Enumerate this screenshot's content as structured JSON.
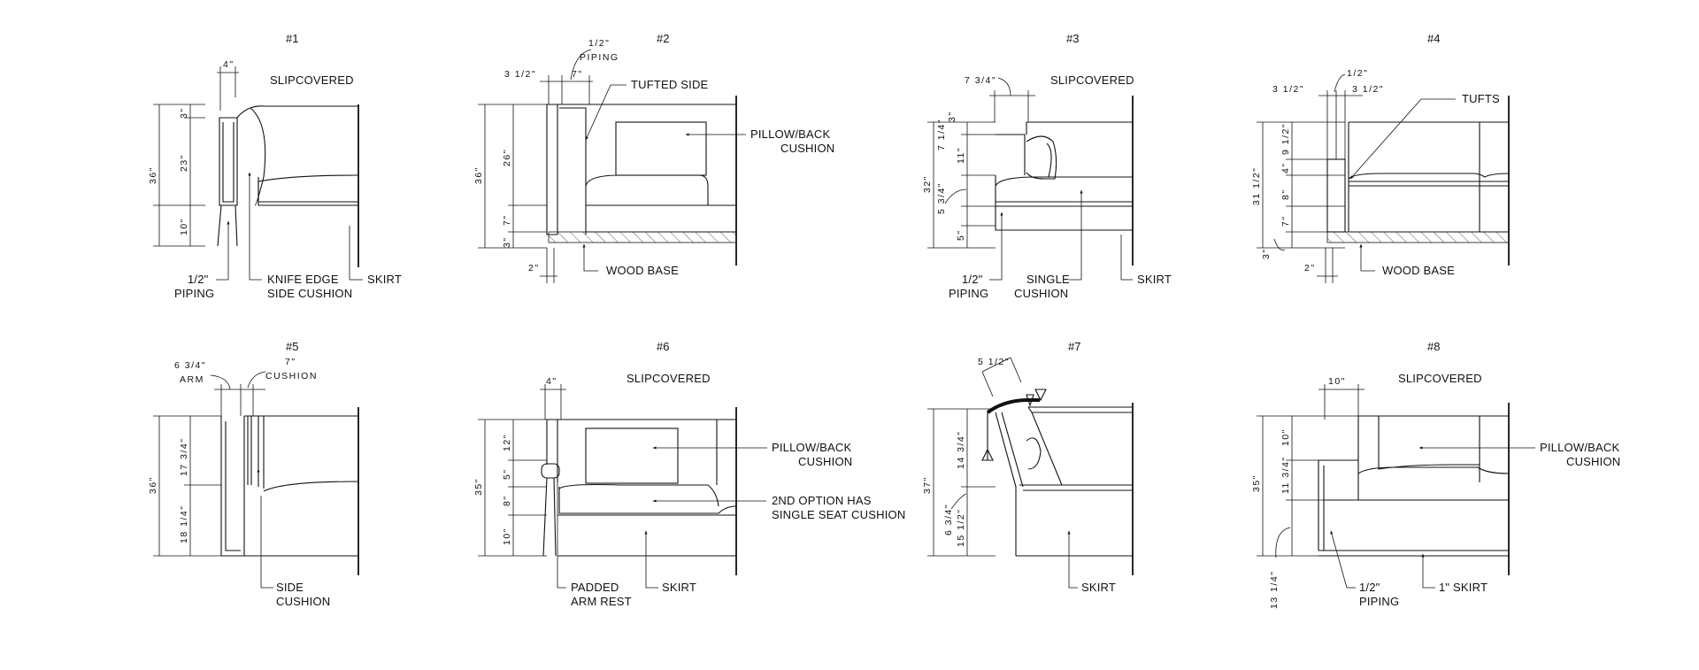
{
  "sheet": {
    "details": [
      {
        "number": "#1",
        "callouts": [
          "SLIPCOVERED",
          "1/2\"",
          "PIPING",
          "KNIFE EDGE",
          "SIDE CUSHION",
          "SKIRT"
        ],
        "dims_horizontal": [
          "4\""
        ],
        "dims_vertical": [
          "36\"",
          "3\"",
          "23\"",
          "10\""
        ]
      },
      {
        "number": "#2",
        "callouts": [
          "TUFTED SIDE",
          "PILLOW/BACK",
          "CUSHION",
          "WOOD BASE"
        ],
        "dims_horizontal": [
          "1/2\"",
          "PIPING",
          "3 1/2\"",
          "7\"",
          "2\""
        ],
        "dims_vertical": [
          "36\"",
          "26\"",
          "7\"",
          "3\""
        ]
      },
      {
        "number": "#3",
        "callouts": [
          "SLIPCOVERED",
          "1/2\"",
          "PIPING",
          "SINGLE",
          "CUSHION",
          "SKIRT"
        ],
        "dims_horizontal": [
          "7 3/4\""
        ],
        "dims_vertical": [
          "32\"",
          "3\"",
          "7 1/4\"",
          "11\"",
          "5 3/4\"",
          "5\""
        ]
      },
      {
        "number": "#4",
        "callouts": [
          "TUFTS",
          "WOOD BASE"
        ],
        "dims_horizontal": [
          "1/2\"",
          "3 1/2\"",
          "3 1/2\"",
          "2\""
        ],
        "dims_vertical": [
          "31 1/2\"",
          "9 1/2\"",
          "4\"",
          "8\"",
          "7\"",
          "3\""
        ]
      },
      {
        "number": "#5",
        "callouts": [
          "SIDE",
          "CUSHION"
        ],
        "dims_horizontal": [
          "6 3/4\"",
          "ARM",
          "7\"",
          "CUSHION"
        ],
        "dims_vertical": [
          "36\"",
          "17 3/4\"",
          "18 1/4\""
        ]
      },
      {
        "number": "#6",
        "callouts": [
          "SLIPCOVERED",
          "PILLOW/BACK",
          "CUSHION",
          "2ND OPTION HAS",
          "SINGLE SEAT CUSHION",
          "PADDED",
          "ARM REST",
          "SKIRT"
        ],
        "dims_horizontal": [
          "4\""
        ],
        "dims_vertical": [
          "35\"",
          "12\"",
          "5\"",
          "8\"",
          "10\""
        ]
      },
      {
        "number": "#7",
        "callouts": [
          "SKIRT"
        ],
        "dims_horizontal": [
          "5 1/2\""
        ],
        "dims_vertical": [
          "37\"",
          "14 3/4\"",
          "6 3/4\"",
          "15 1/2\""
        ]
      },
      {
        "number": "#8",
        "callouts": [
          "SLIPCOVERED",
          "PILLOW/BACK",
          "CUSHION",
          "1/2\"",
          "PIPING",
          "1\" SKIRT"
        ],
        "dims_horizontal": [
          "10\""
        ],
        "dims_vertical": [
          "35\"",
          "10\"",
          "11 3/4\"",
          "13 1/4\""
        ]
      }
    ]
  }
}
